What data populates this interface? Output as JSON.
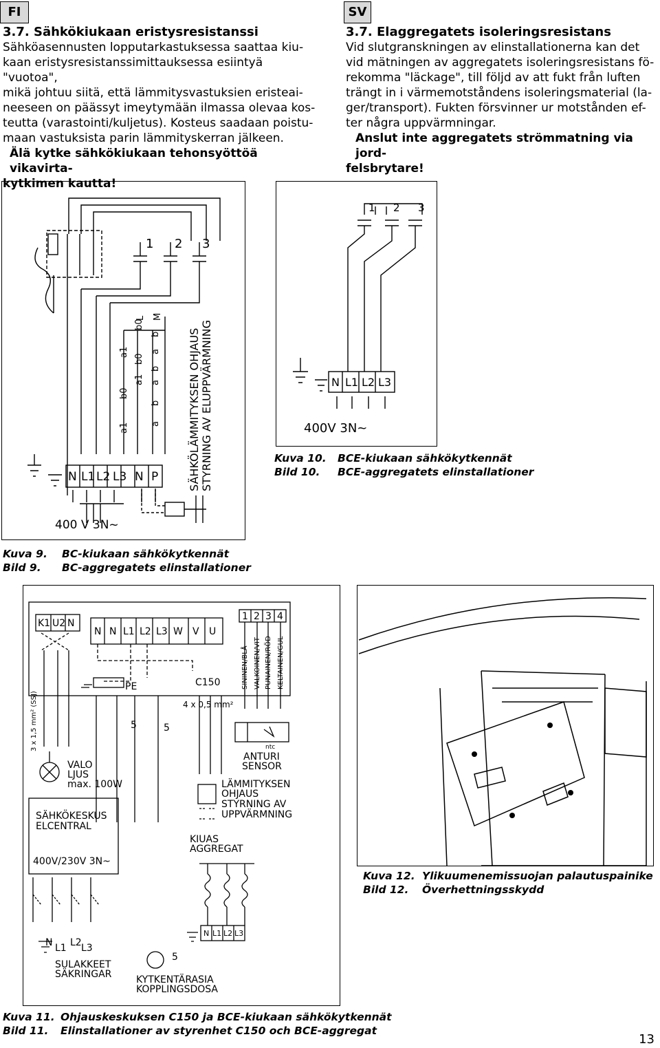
{
  "header": {
    "fi_tag": "FI",
    "sv_tag": "SV"
  },
  "fi": {
    "heading": "3.7. Sähkökiukaan eristysresistanssi",
    "lines": [
      "Sähköasennusten lopputarkastuksessa saattaa kiu-",
      "kaan eristysresistanssimittauksessa esiintyä \"vuotoa\",",
      "mikä johtuu siitä, että lämmitysvastuksien eristeai-",
      "neeseen on päässyt imeytymään ilmassa olevaa kos-",
      "teutta (varastointi/kuljetus). Kosteus saadaan poistu-",
      "maan vastuksista parin lämmityskerran jälkeen."
    ],
    "warning_lines": [
      "Älä kytke sähkökiukaan tehonsyöttöä vikavirta-",
      "kytkimen kautta!"
    ]
  },
  "sv": {
    "heading": "3.7. Elaggregatets isoleringsresistans",
    "lines": [
      "Vid slutgranskningen av elinstallationerna kan det",
      "vid mätningen av aggregatets isoleringsresistans fö-",
      "rekomma \"läckage\", till följd av att fukt från luften",
      "trängt in i värmemotståndens isoleringsmaterial (la-",
      "ger/transport). Fukten försvinner ur motstånden ef-",
      "ter några uppvärmningar."
    ],
    "warning_lines": [
      "Anslut inte aggregatets strömmatning via jord-",
      "felsbrytare!"
    ]
  },
  "fig9": {
    "numbers": [
      "1",
      "2",
      "3"
    ],
    "terminals": [
      "N",
      "L1",
      "L2",
      "L3",
      "N",
      "P"
    ],
    "supply": "400 V 3N~",
    "control_label_1": "SÄHKÖLÄMMITYKSEN OHJAUS",
    "control_label_2": "STYRNING AV ELUPPVÄRMNING",
    "switch_labels": [
      "a1",
      "b0",
      "a1",
      "a1",
      "b0",
      "b0",
      "a",
      "b",
      "a",
      "b",
      "a",
      "b",
      "L",
      "M"
    ],
    "cap_fi_key": "Kuva 9.",
    "cap_fi": "BC-kiukaan sähkökytkennät",
    "cap_sv_key": "Bild 9.",
    "cap_sv": "BC-aggregatets elinstallationer"
  },
  "fig10": {
    "numbers": [
      "1",
      "2",
      "3"
    ],
    "terminals": [
      "N",
      "L1",
      "L2",
      "L3"
    ],
    "supply": "400V 3N~",
    "cap_fi_key": "Kuva 10.",
    "cap_fi": "BCE-kiukaan sähkökytkennät",
    "cap_sv_key": "Bild 10.",
    "cap_sv": "BCE-aggregatets elinstallationer"
  },
  "fig11": {
    "k_terms": [
      "K1",
      "U2",
      "N"
    ],
    "main_terms": [
      "N",
      "N",
      "L1",
      "L2",
      "L3",
      "W",
      "V",
      "U"
    ],
    "sensor_terms": [
      "1",
      "2",
      "3",
      "4"
    ],
    "wire_colors": [
      "SININEN/BLÅ",
      "VALKOINEN/VIT",
      "PUNAINEN/RÖD",
      "KELTAINEN/GUL"
    ],
    "pe": "PE",
    "c150": "C150",
    "cable": "4 x 0,5 mm²",
    "light_cable": "3 x 1,5 mm² (SSJ)",
    "five": "5",
    "sensor": [
      "ANTURI",
      "SENSOR"
    ],
    "ntc": "ntc",
    "light": [
      "VALO",
      "LJUS",
      "max. 100W"
    ],
    "heating": [
      "LÄMMITYKSEN",
      "OHJAUS",
      "STYRNING AV",
      "UPPVÄRMNING"
    ],
    "central": [
      "SÄHKÖKESKUS",
      "ELCENTRAL"
    ],
    "supply": "400V/230V 3N~",
    "heater": [
      "KIUAS",
      "AGGREGAT"
    ],
    "heater_terms": [
      "N",
      "L1",
      "L2",
      "L3"
    ],
    "supply_terms": [
      "N",
      "L1",
      "L2",
      "L3"
    ],
    "fuses": [
      "SULAKKEET",
      "SÄKRINGAR"
    ],
    "box": [
      "KYTKENTÄRASIA",
      "KOPPLINGSDOSA"
    ],
    "cap_fi_key": "Kuva 11.",
    "cap_fi": "Ohjauskeskuksen C150 ja BCE-kiukaan sähkökytkennät",
    "cap_sv_key": "Bild 11.",
    "cap_sv": "Elinstallationer av styrenhet C150 och BCE-aggregat"
  },
  "fig12": {
    "cap_fi_key": "Kuva 12.",
    "cap_fi": "Ylikuumenemissuojan palautuspainike",
    "cap_sv_key": "Bild 12.",
    "cap_sv": "Överhettningsskydd"
  },
  "page_number": "13"
}
